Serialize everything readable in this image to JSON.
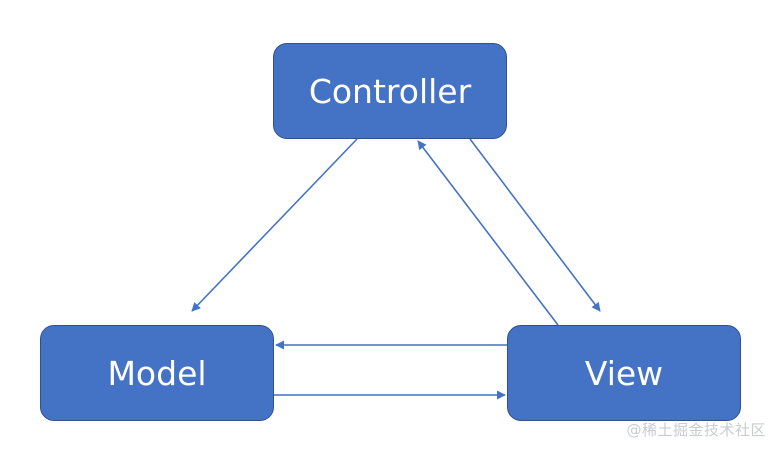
{
  "diagram": {
    "nodes": {
      "controller": {
        "label": "Controller"
      },
      "model": {
        "label": "Model"
      },
      "view": {
        "label": "View"
      }
    },
    "edges": [
      {
        "from": "controller",
        "to": "model"
      },
      {
        "from": "controller",
        "to": "view"
      },
      {
        "from": "view",
        "to": "controller"
      },
      {
        "from": "view",
        "to": "model"
      },
      {
        "from": "model",
        "to": "view"
      }
    ],
    "colors": {
      "node_fill": "#4472c4",
      "node_border": "#2f528f",
      "arrow": "#4472c4",
      "text": "#ffffff"
    }
  },
  "watermark": "@稀土掘金技术社区"
}
